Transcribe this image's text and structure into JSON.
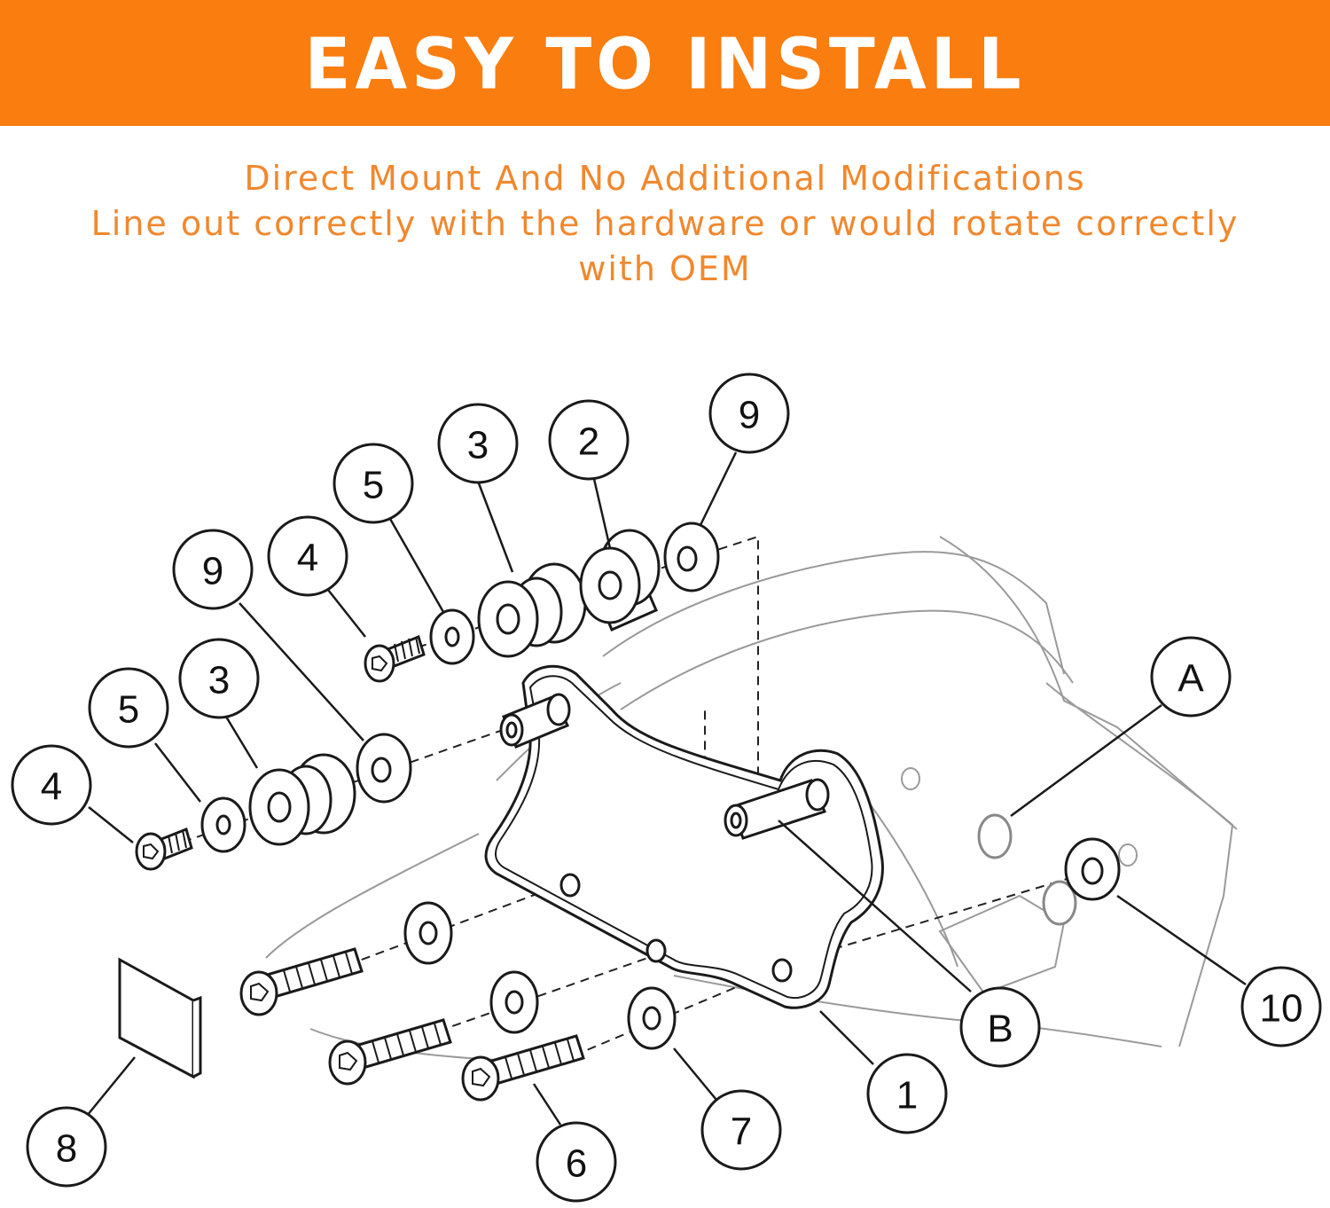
{
  "header": {
    "title": "EASY TO INSTALL"
  },
  "subtitle": {
    "line1": "Direct Mount And No Additional Modifications",
    "line2": "Line out correctly with the hardware or would rotate correctly",
    "line3": "with OEM"
  },
  "colors": {
    "banner": "#fa7d0f",
    "subtitle_text": "#f0882e",
    "line_art": "#1a1a1a"
  },
  "callouts": [
    "1",
    "2",
    "3",
    "3",
    "4",
    "4",
    "5",
    "5",
    "6",
    "7",
    "8",
    "9",
    "9",
    "10",
    "A",
    "B"
  ]
}
